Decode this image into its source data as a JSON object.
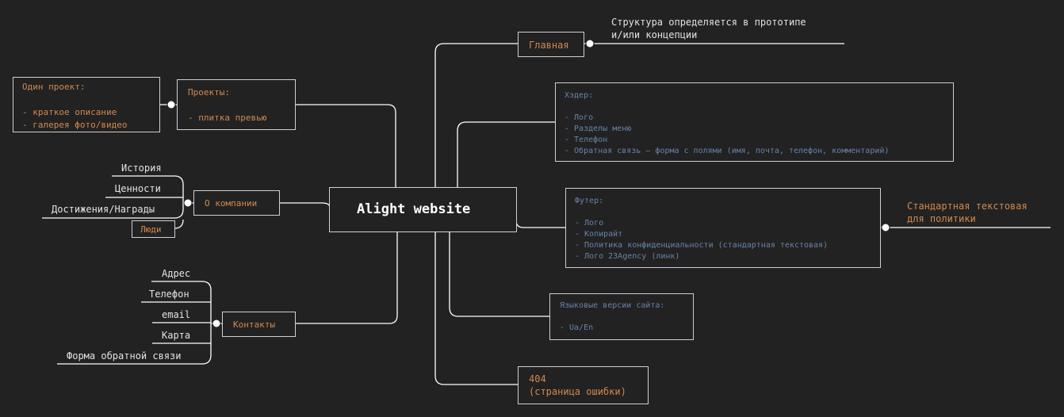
{
  "center": {
    "title": "Alight website"
  },
  "main_page": {
    "label": "Главная",
    "note_line1": "Структура определяется в прототипе",
    "note_line2": "и/или концепции"
  },
  "header_block": {
    "title": "Хэдер:",
    "items": [
      "- Лого",
      "- Разделы меню",
      "- Телефон",
      "- Обратная связь — форма с полями (имя, почта, телефон, комментарий)"
    ]
  },
  "footer_block": {
    "title": "Футер:",
    "items": [
      "- Лого",
      "- Копирайт",
      "- Политика конфиденциальности (стандартная текстовая)",
      "- Лого 23Agency (линк)"
    ],
    "note_line1": "Стандартная текстовая",
    "note_line2": "для политики"
  },
  "languages": {
    "title": "Языковые версии сайта:",
    "value": "- Ua/En"
  },
  "error_page": {
    "line1": "404",
    "line2": "(страница ошибки)"
  },
  "projects": {
    "title": "Проекты:",
    "item": "- плитка превью"
  },
  "one_project": {
    "title": "Один проект:",
    "items": [
      "- краткое описание",
      "- галерея фото/видео"
    ]
  },
  "about": {
    "label": "О компании",
    "children": [
      "История",
      "Ценности",
      "Достижения/Награды",
      "Люди"
    ]
  },
  "contacts": {
    "label": "Контакты",
    "children": [
      "Адрес",
      "Телефон",
      "email",
      "Карта",
      "Форма обратной связи"
    ]
  },
  "colors": {
    "background": "#222222",
    "line": "#ffffff",
    "border": "#cfcfd8",
    "orange_text": "#d2894f",
    "blue_text": "#6a83aa"
  }
}
